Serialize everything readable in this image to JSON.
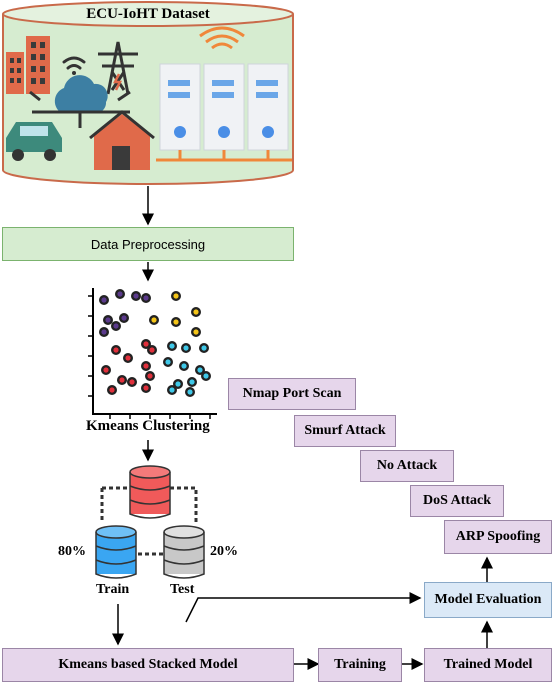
{
  "dataset": {
    "title": "ECU-IoHT Dataset"
  },
  "preprocessing": {
    "label": "Data Preprocessing"
  },
  "clustering": {
    "label": "Kmeans Clustering",
    "colors": {
      "purple": "#5b3a8c",
      "red": "#e0303c",
      "yellow": "#f5c518",
      "cyan": "#3fc8e8"
    }
  },
  "split": {
    "train_pct": "80%",
    "test_pct": "20%",
    "train_label": "Train",
    "test_label": "Test",
    "colors": {
      "full": "#f05a5a",
      "train": "#3aa6f2",
      "test": "#c8c8c8"
    }
  },
  "pipeline": {
    "stacked_model": "Kmeans based Stacked Model",
    "training": "Training",
    "trained_model": "Trained Model",
    "evaluation": "Model Evaluation"
  },
  "attacks": [
    "Nmap Port Scan",
    "Smurf Attack",
    "No Attack",
    "DoS Attack",
    "ARP Spoofing"
  ]
}
